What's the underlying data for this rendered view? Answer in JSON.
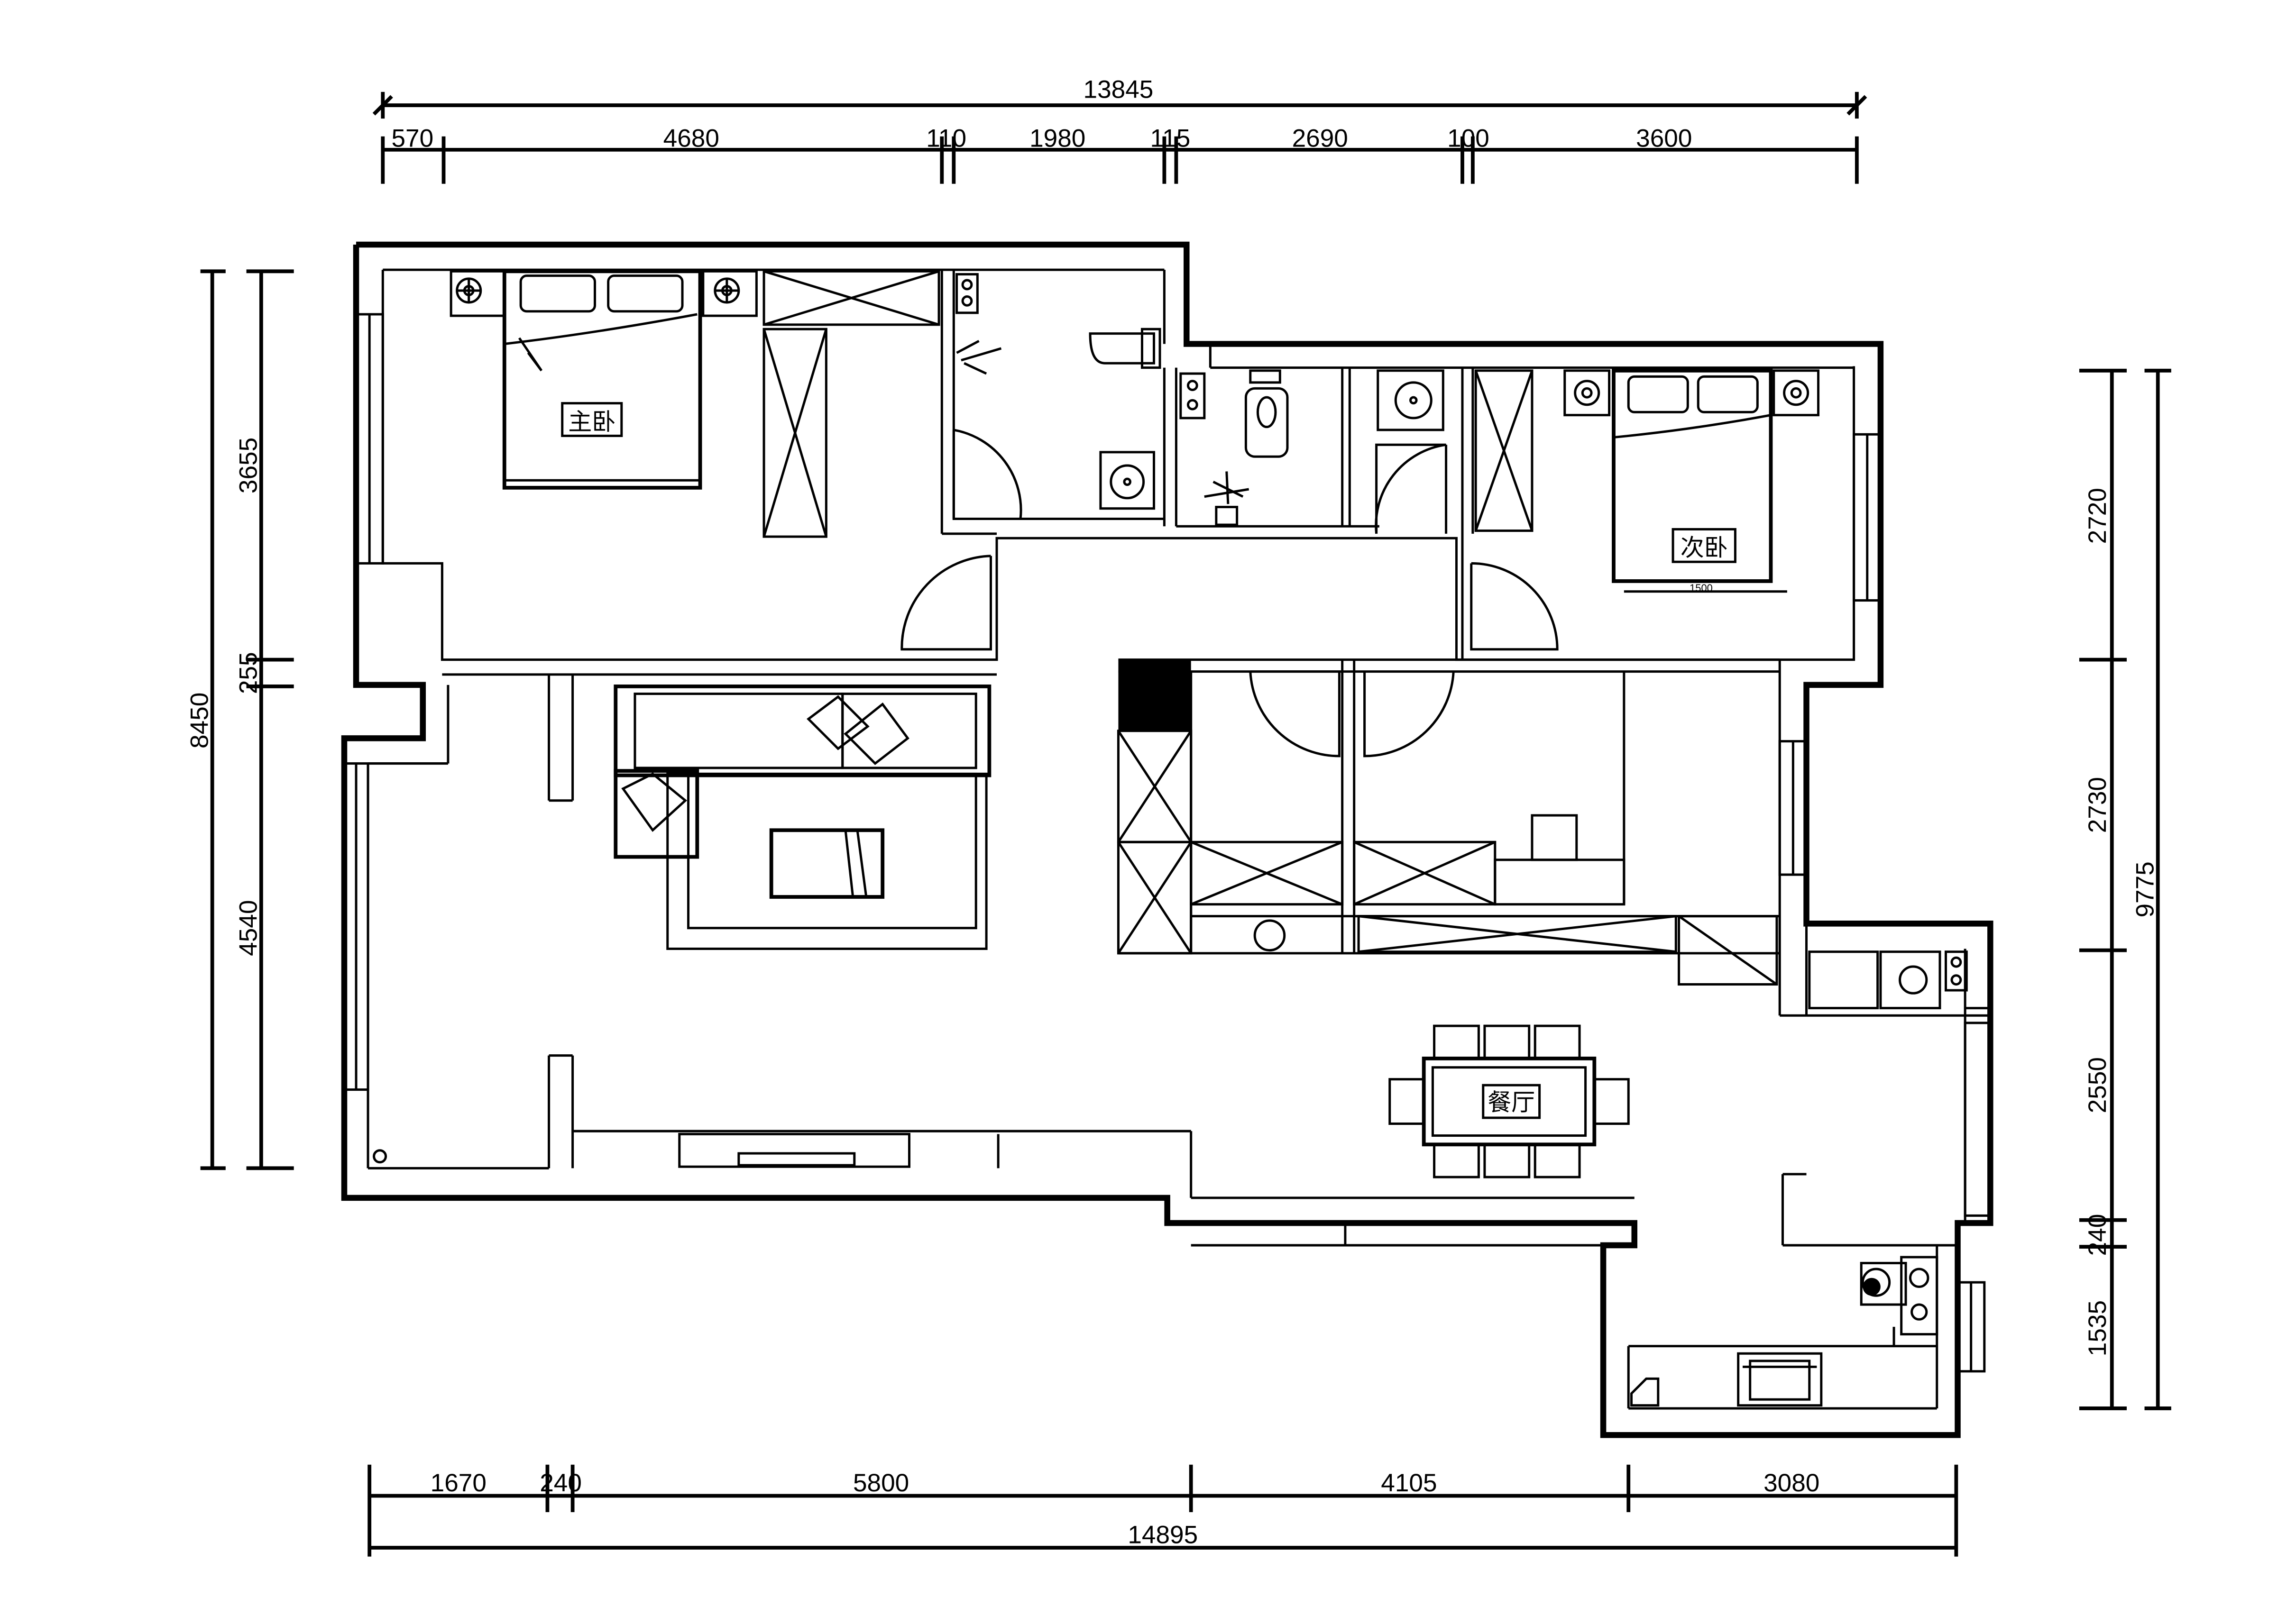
{
  "dimensions": {
    "top_total": "13845",
    "top_segments": [
      "570",
      "4680",
      "110",
      "1980",
      "115",
      "2690",
      "100",
      "3600"
    ],
    "bottom_segments": [
      "1670",
      "240",
      "5800",
      "4105",
      "3080"
    ],
    "bottom_total": "14895",
    "left_segments": [
      "3655",
      "255",
      "4540"
    ],
    "left_total": "8450",
    "right_segments": [
      "2720",
      "2730",
      "2550",
      "240",
      "1535"
    ],
    "right_total": "9775"
  },
  "rooms": {
    "master_bedroom": "主卧",
    "second_bedroom": "次卧",
    "dining_room": "餐厅"
  },
  "annotations": {
    "bed_width": "1500"
  }
}
